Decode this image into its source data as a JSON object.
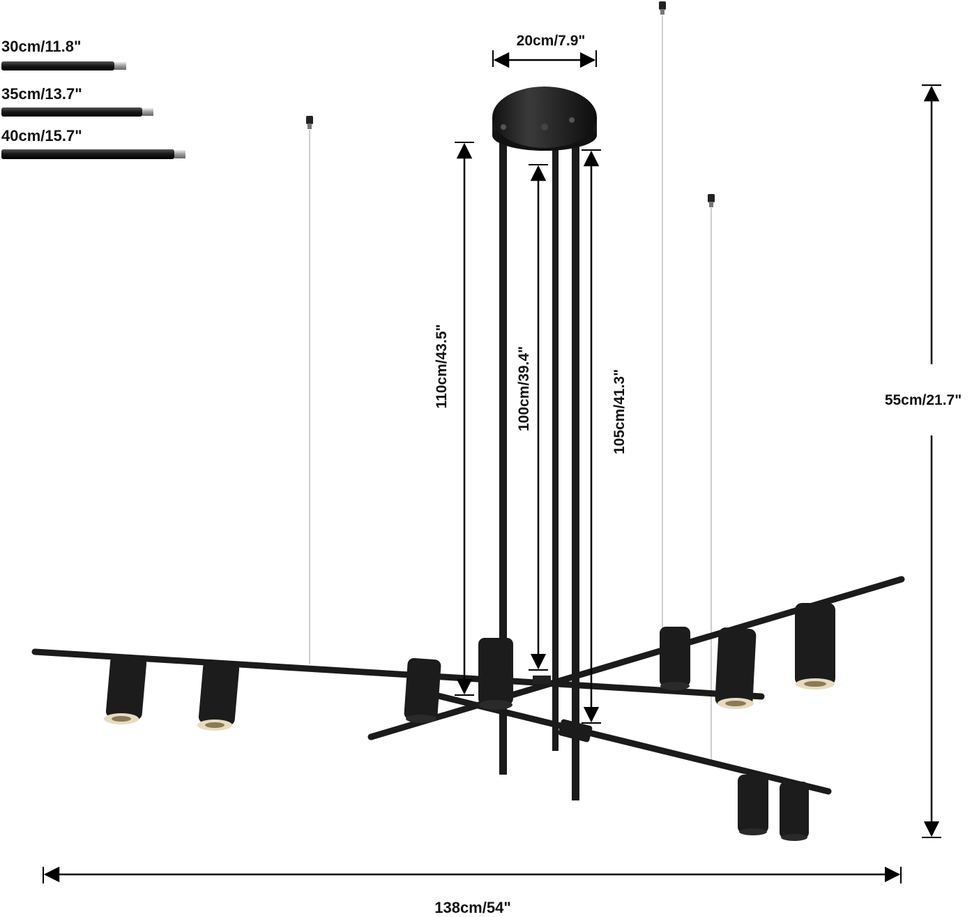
{
  "rod_options": [
    {
      "label": "30cm/11.8\""
    },
    {
      "label": "35cm/13.7\""
    },
    {
      "label": "40cm/15.7\""
    }
  ],
  "dimensions": {
    "canopy_width": "20cm/7.9\"",
    "rod_long": "110cm/43.5\"",
    "rod_short": "100cm/39.4\"",
    "rod_mid": "105cm/41.3\"",
    "total_height": "55cm/21.7\"",
    "total_width": "138cm/54\""
  },
  "colors": {
    "fixture": "#1b1b1b",
    "dimension_line": "#000000",
    "suspension_wire": "#bdbdbd",
    "rod_tip": "#a9a9a9",
    "lamp_glow": "#e8dcc0"
  }
}
